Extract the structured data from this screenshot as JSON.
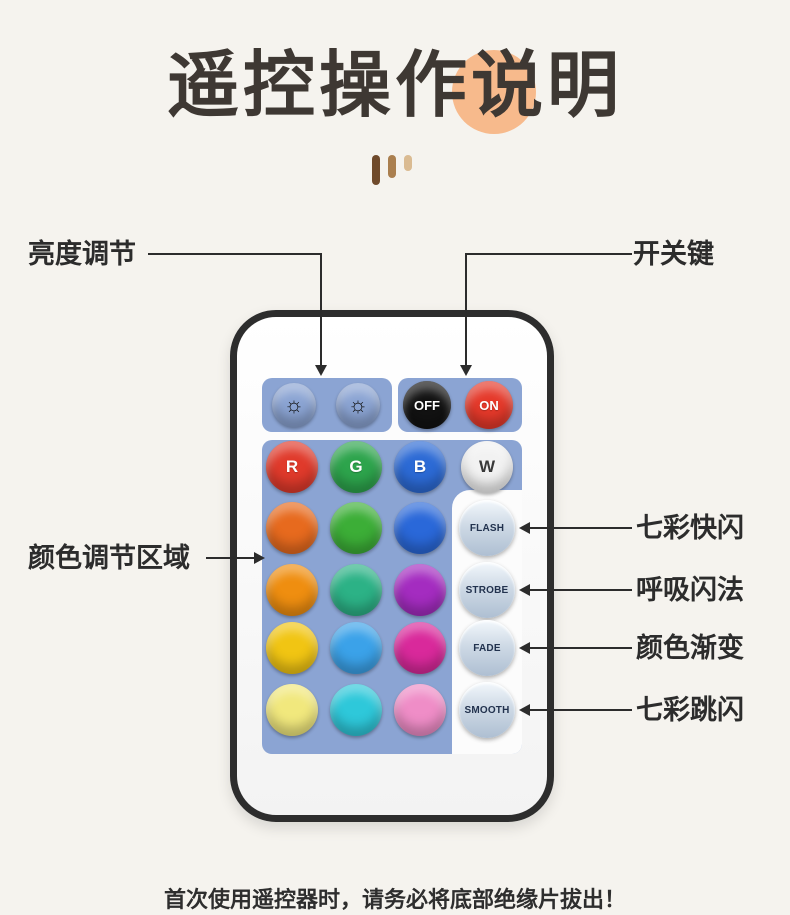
{
  "title": "遥控操作说明",
  "footer": "首次使用遥控器时，请务必将底部绝缘片拔出！",
  "annotations": {
    "brightness": "亮度调节",
    "power": "开关键",
    "color_area": "颜色调节区域",
    "mode_labels": [
      "七彩快闪",
      "呼吸闪法",
      "颜色渐变",
      "七彩跳闪"
    ]
  },
  "remote": {
    "dim_down_icon": "☼",
    "dim_up_icon": "☼",
    "off_label": "OFF",
    "on_label": "ON",
    "off_color": "#121212",
    "on_color": "#e5392a",
    "panel_color": "#8ba4d3",
    "rgbw": [
      {
        "label": "R",
        "color": "#e03a2b"
      },
      {
        "label": "G",
        "color": "#2da44c"
      },
      {
        "label": "B",
        "color": "#2c6ad5"
      },
      {
        "label": "W",
        "color": "#f2f2f2"
      }
    ],
    "color_grid": [
      [
        "#e76a1e",
        "#3cae37",
        "#2a68d9"
      ],
      [
        "#ef8e10",
        "#2cb286",
        "#a42cc0"
      ],
      [
        "#f1c513",
        "#3ba2e9",
        "#d9299b"
      ],
      [
        "#f1e87d",
        "#2ec8da",
        "#ef8dc7"
      ]
    ],
    "modes": [
      "FLASH",
      "STROBE",
      "FADE",
      "SMOOTH"
    ]
  },
  "colors": {
    "title_accent": "#f7ba8c",
    "deco": [
      "#6f4a2b",
      "#aa7f4f",
      "#dabb92"
    ]
  }
}
